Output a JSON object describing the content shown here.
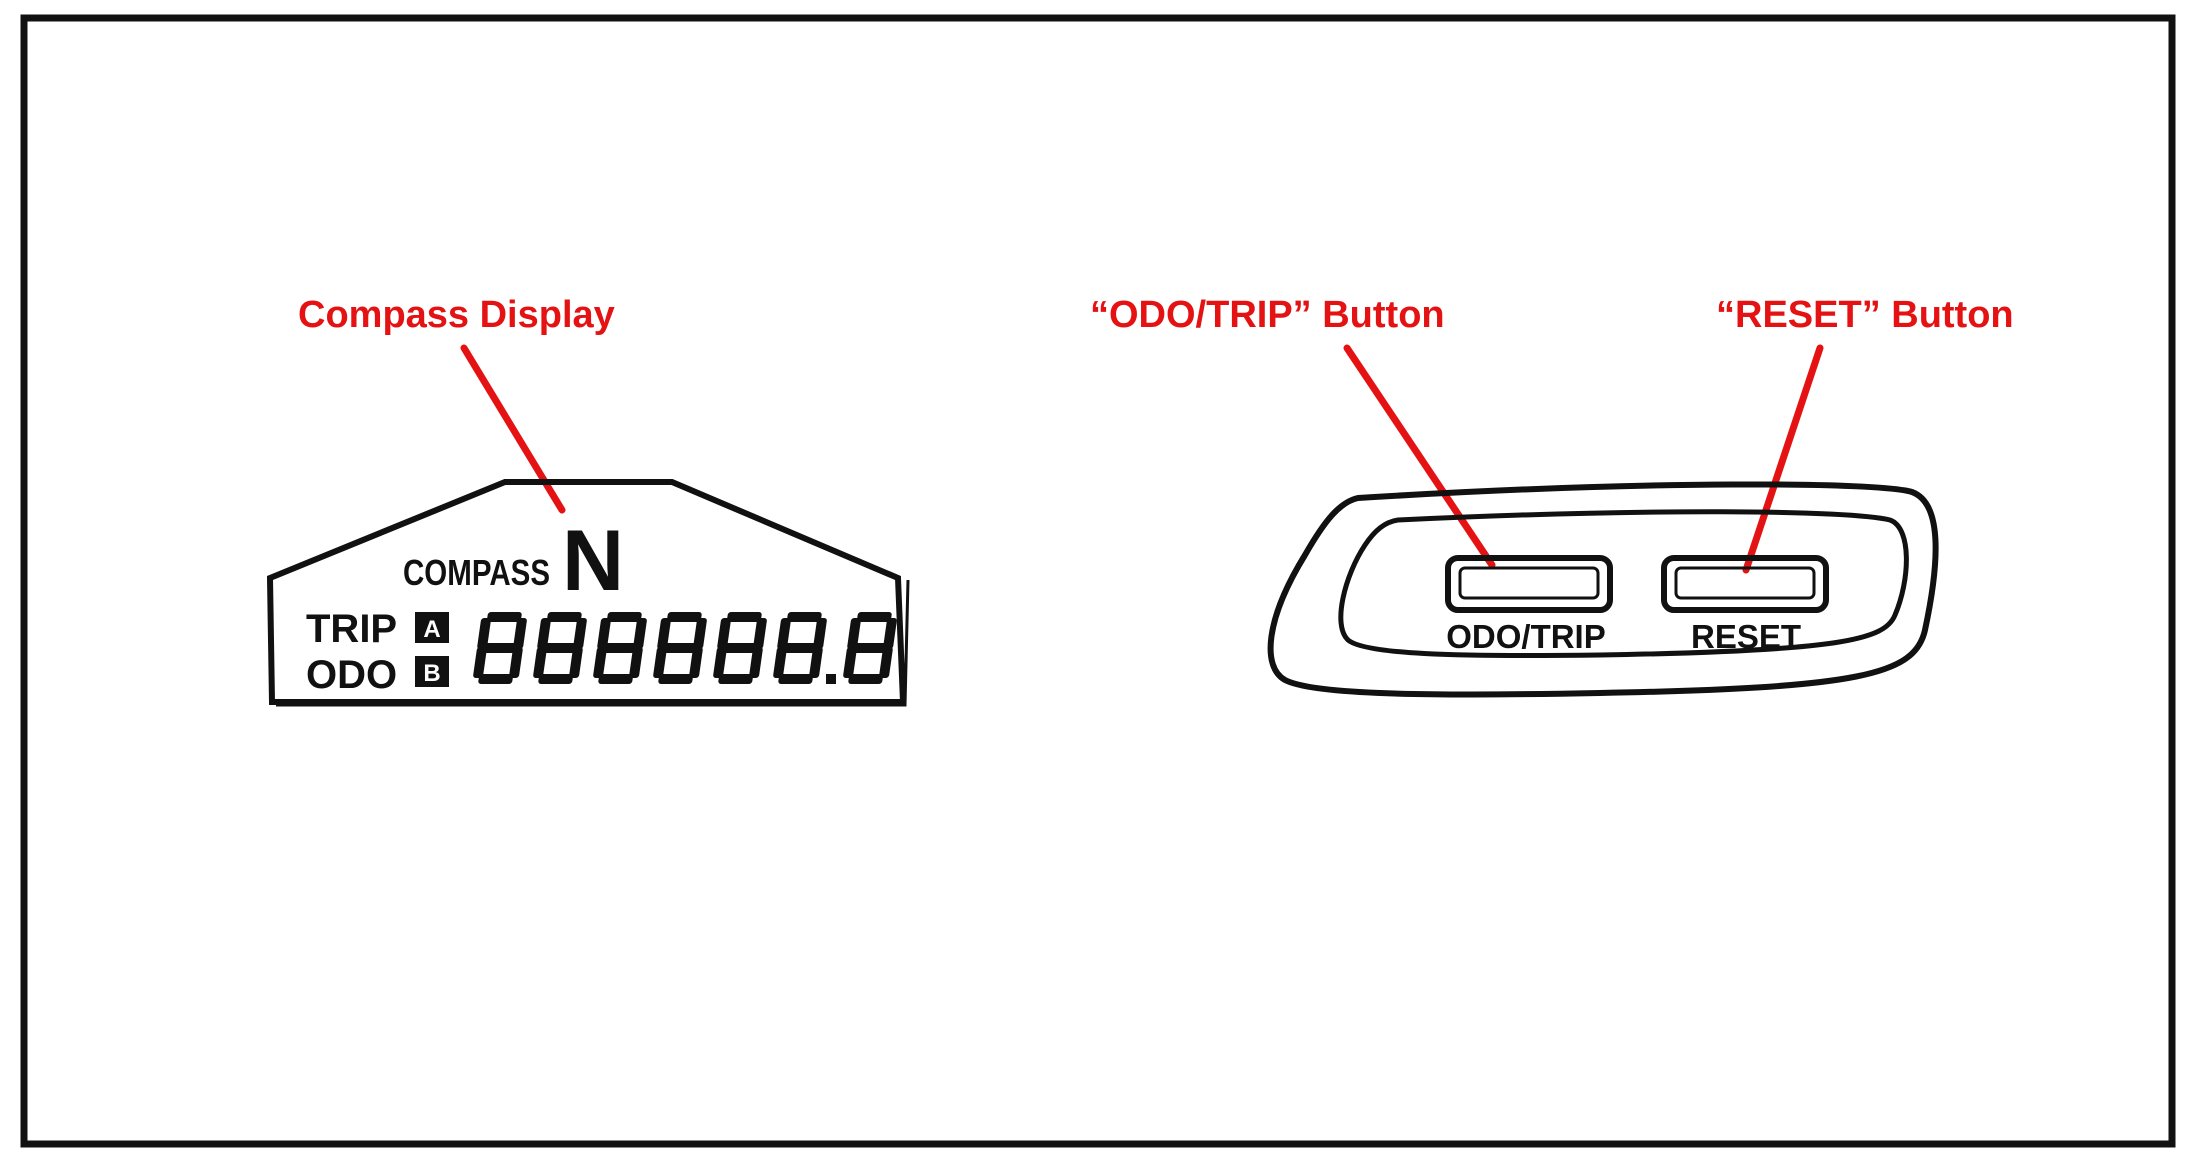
{
  "callouts": {
    "compass_display": "Compass Display",
    "odo_trip_button": "“ODO/TRIP” Button",
    "reset_button": "“RESET” Button"
  },
  "display": {
    "compass_label": "COMPASS",
    "heading": "N",
    "trip_label": "TRIP",
    "odo_label": "ODO",
    "trip_a": "A",
    "trip_b": "B",
    "digits": "888888.8"
  },
  "switch_panel": {
    "odo_trip_label": "ODO/TRIP",
    "reset_label": "RESET"
  },
  "colors": {
    "callout": "#e41212",
    "ink": "#111111",
    "background": "#ffffff"
  }
}
